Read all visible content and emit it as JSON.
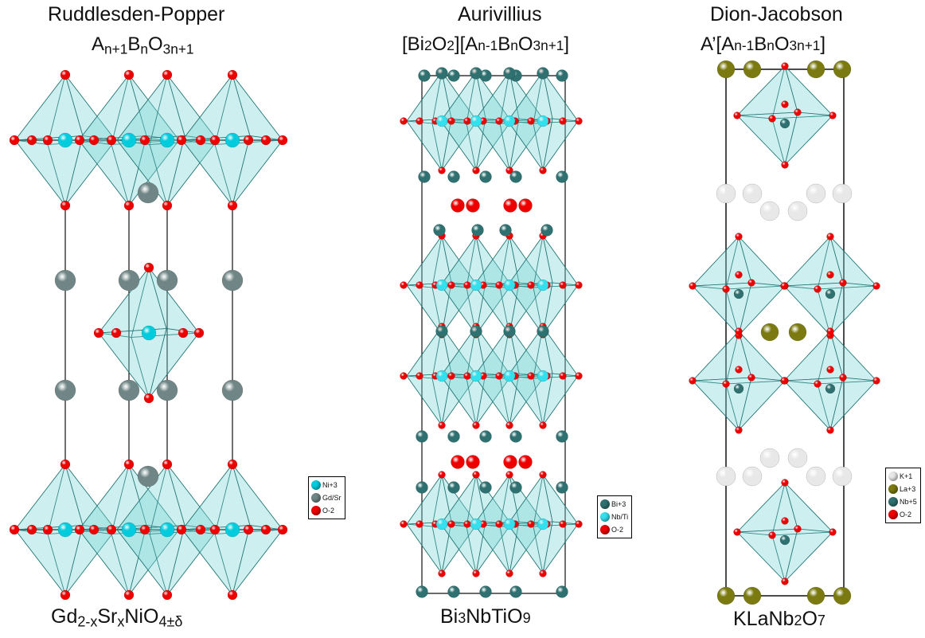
{
  "columns": [
    {
      "title": "Ruddlesden-Popper",
      "formula": [
        {
          "t": "A",
          "s": "n"
        },
        {
          "t": "n+1",
          "s": "sub"
        },
        {
          "t": "B",
          "s": "n"
        },
        {
          "t": "n",
          "s": "sub"
        },
        {
          "t": "O",
          "s": "n"
        },
        {
          "t": "3n+1",
          "s": "sub"
        }
      ],
      "compound": [
        {
          "t": "Gd",
          "s": "n"
        },
        {
          "t": "2-x",
          "s": "sub"
        },
        {
          "t": "Sr",
          "s": "n"
        },
        {
          "t": "x",
          "s": "sub"
        },
        {
          "t": "NiO",
          "s": "n"
        },
        {
          "t": "4±δ",
          "s": "sub"
        }
      ],
      "legend": [
        {
          "label": "Ni+3",
          "color": "#00ccdd"
        },
        {
          "label": "Gd/Sr",
          "color": "#708585"
        },
        {
          "label": "O-2",
          "color": "#ee0000"
        }
      ]
    },
    {
      "title": "Aurivillius",
      "formula": [
        {
          "t": "[Bi",
          "s": "n"
        },
        {
          "t": "2",
          "s": "small"
        },
        {
          "t": "O",
          "s": "n"
        },
        {
          "t": "2",
          "s": "small"
        },
        {
          "t": "][A",
          "s": "n"
        },
        {
          "t": "n-1",
          "s": "small"
        },
        {
          "t": "B",
          "s": "n"
        },
        {
          "t": "n",
          "s": "small"
        },
        {
          "t": "O",
          "s": "n"
        },
        {
          "t": "3n+1",
          "s": "small"
        },
        {
          "t": "]",
          "s": "n"
        }
      ],
      "compound": [
        {
          "t": "Bi",
          "s": "n"
        },
        {
          "t": "3",
          "s": "small"
        },
        {
          "t": "NbTiO",
          "s": "n"
        },
        {
          "t": "9",
          "s": "small"
        }
      ],
      "legend": [
        {
          "label": "Bi+3",
          "color": "#2f7070"
        },
        {
          "label": "Nb/Ti",
          "color": "#33e0ee"
        },
        {
          "label": "O-2",
          "color": "#ee0000"
        }
      ]
    },
    {
      "title": "Dion-Jacobson",
      "formula": [
        {
          "t": "A’[A",
          "s": "n"
        },
        {
          "t": "n-1",
          "s": "small"
        },
        {
          "t": "B",
          "s": "n"
        },
        {
          "t": "n",
          "s": "small"
        },
        {
          "t": "O",
          "s": "n"
        },
        {
          "t": "3n+1",
          "s": "small"
        },
        {
          "t": "]",
          "s": "n"
        }
      ],
      "compound": [
        {
          "t": "KLaNb",
          "s": "n"
        },
        {
          "t": "2",
          "s": "small"
        },
        {
          "t": "O",
          "s": "n"
        },
        {
          "t": "7",
          "s": "small"
        }
      ],
      "legend": [
        {
          "label": "K+1",
          "color": "#e8e8e8"
        },
        {
          "label": "La+3",
          "color": "#7a7a10"
        },
        {
          "label": "Nb+5",
          "color": "#2f7070"
        },
        {
          "label": "O-2",
          "color": "#ee0000"
        }
      ]
    }
  ],
  "colors": {
    "polyhedron_fill": "#7fd4d4",
    "polyhedron_edge": "#1a6f6f",
    "cell_edge": "#111111",
    "oxygen": "#ee0000",
    "rp_b_site": "#00ccdd",
    "rp_a_site": "#708585",
    "aur_bi": "#2f7070",
    "aur_b_site": "#33e0ee",
    "dj_k": "#e8e8e8",
    "dj_la": "#7a7a10",
    "dj_nb": "#2f7070"
  }
}
